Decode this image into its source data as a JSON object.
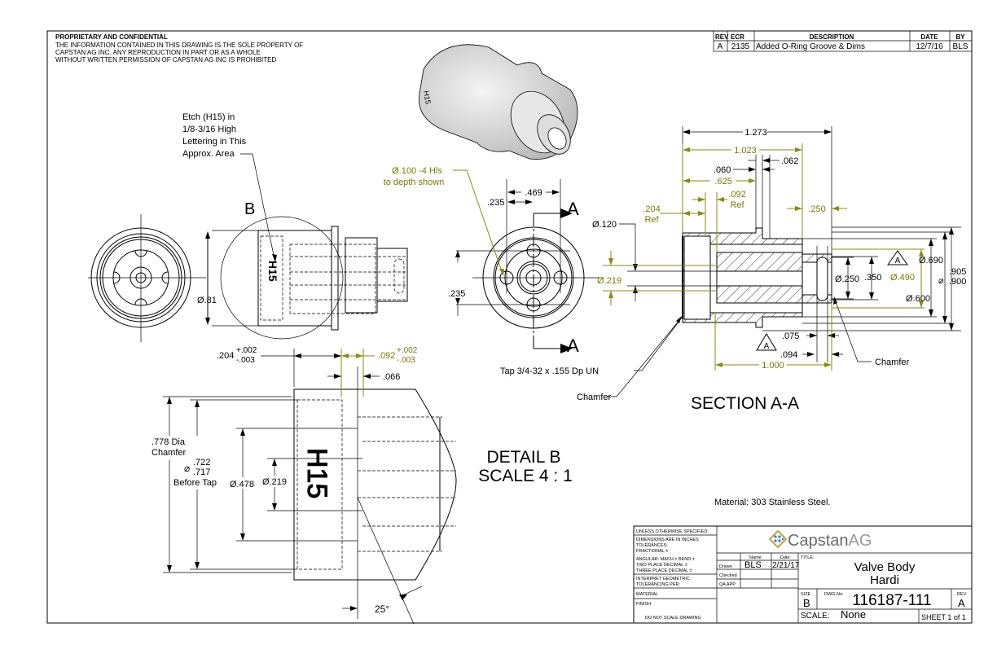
{
  "notice": {
    "title": "PROPRIETARY AND CONFIDENTIAL",
    "lines": [
      "THE INFORMATION CONTAINED IN THIS DRAWING IS THE SOLE PROPERTY OF",
      "CAPSTAN AG INC. ANY REPRODUCTION IN PART OR AS A WHOLE",
      "WITHOUT WRITTEN PERMISSION OF CAPSTAN AG INC IS PROHIBITED"
    ]
  },
  "revision_table": {
    "headers": [
      "REV",
      "ECR",
      "DESCRIPTION",
      "DATE",
      "BY"
    ],
    "rows": [
      {
        "rev": "A",
        "ecr": "2135",
        "description": "Added O-Ring Groove & Dims",
        "date": "12/7/16",
        "by": "BLS"
      }
    ]
  },
  "views": {
    "side_view": {
      "callout_label": "B",
      "etch_note": [
        "Etch (H15) in",
        "1/8-3/16 High",
        "Lettering in This",
        "Approx. Area"
      ],
      "dia_label": "Ø.81",
      "etch_text": "H15"
    },
    "front_view": {
      "hole_note": [
        "Ø.100 -4 Hls",
        "to depth shown"
      ],
      "dim_469": ".469",
      "dim_235_top": ".235",
      "dim_235_left": ".235",
      "section_marker": "A",
      "tap_note": "Tap 3/4-32 x .155 Dp UN",
      "chamfer_note": "Chamfer"
    },
    "section_aa": {
      "title": "SECTION A-A",
      "dims": {
        "d1273": "1.273",
        "d1023": "1.023",
        "d062": ".062",
        "d060": ".060",
        "d625": ".625",
        "d092ref": [
          ".092",
          "Ref"
        ],
        "d204ref": [
          ".204",
          "Ref"
        ],
        "d250": ".250",
        "d120": "Ø.120",
        "d219": "Ø.219",
        "d250dia": "Ø.250",
        "d350": ".350",
        "d490": "Ø.490",
        "d600": "Ø.600",
        "d690": "Ø.690",
        "d905": ".905",
        "d900": ".900",
        "d075": ".075",
        "d094": ".094",
        "d1000": "1.000",
        "datum": "A"
      },
      "chamfer_note": "Chamfer"
    },
    "detail_b": {
      "title": "DETAIL B",
      "scale": "SCALE 4 : 1",
      "d204": ".204",
      "d204_tol_plus": "+.002",
      "d204_tol_minus": "-.003",
      "d092": ".092",
      "d092_tol_plus": "+.002",
      "d092_tol_minus": "-.003",
      "d066": ".066",
      "chamfer_note": [
        ".778 Dia",
        "Chamfer"
      ],
      "d722": ".722",
      "d717": ".717",
      "before_tap": "Before Tap",
      "d478": "Ø.478",
      "d219": "Ø.219",
      "angle": "25°",
      "etch_text": "H15"
    }
  },
  "material_note": "Material: 303 Stainless Steel.",
  "title_block": {
    "unless": "UNLESS OTHERWISE SPECIFIED:",
    "tolerance_lines": [
      "DIMENSIONS ARE IN INCHES",
      "TOLERANCES:",
      "FRACTIONAL ±",
      "ANGULAR: MACH ±   BEND ±",
      "TWO PLACE DECIMAL   ±",
      "THREE PLACE DECIMAL  ±"
    ],
    "interpret": [
      "INTERPRET GEOMETRIC",
      "TOLERANCING PER:"
    ],
    "material_label": "MATERIAL",
    "finish_label": "FINISH",
    "do_not_scale": "DO NOT SCALE DRAWING",
    "company": "CapstanAG",
    "company_part1": "Capstan",
    "company_part2": "AG",
    "brand_colors": {
      "gold": "#b8a640",
      "blue": "#3a78c0",
      "text": "#6b6b6b"
    },
    "name_header": "Name",
    "date_header": "Date",
    "rows": [
      {
        "label": "Drawn",
        "name": "BLS",
        "date": "2/21/17"
      },
      {
        "label": "Checked",
        "name": "",
        "date": ""
      },
      {
        "label": "QA APP",
        "name": "",
        "date": ""
      }
    ],
    "title_label": "TITLE:",
    "title_line1": "Valve Body",
    "title_line2": "Hardi",
    "size_label": "SIZE",
    "size": "B",
    "dwg_label": "DWG No:",
    "dwg_no": "116187-111",
    "rev_label": "REV",
    "rev": "A",
    "scale_label": "SCALE:",
    "scale": "None",
    "sheet": "SHEET 1 of 1"
  }
}
